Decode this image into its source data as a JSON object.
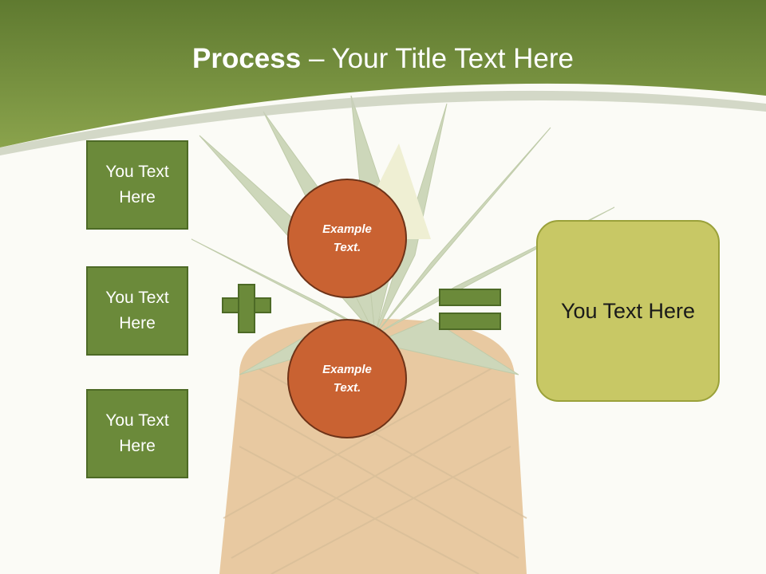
{
  "title": {
    "bold": "Process",
    "rest": " – Your Title Text Here"
  },
  "left_boxes": [
    {
      "label": "You Text Here"
    },
    {
      "label": "You Text Here"
    },
    {
      "label": "You Text Here"
    }
  ],
  "circles": [
    {
      "label": "Example Text."
    },
    {
      "label": "Example Text."
    }
  ],
  "operators": {
    "plus": "plus-icon",
    "equals": "equals-icon"
  },
  "result": {
    "label": "You Text Here"
  },
  "colors": {
    "header_green": "#7a943e",
    "box_green": "#6b8a3a",
    "circle_orange": "#c96232",
    "result_yellow_green": "#c8c865",
    "background": "#fbfbf6"
  }
}
